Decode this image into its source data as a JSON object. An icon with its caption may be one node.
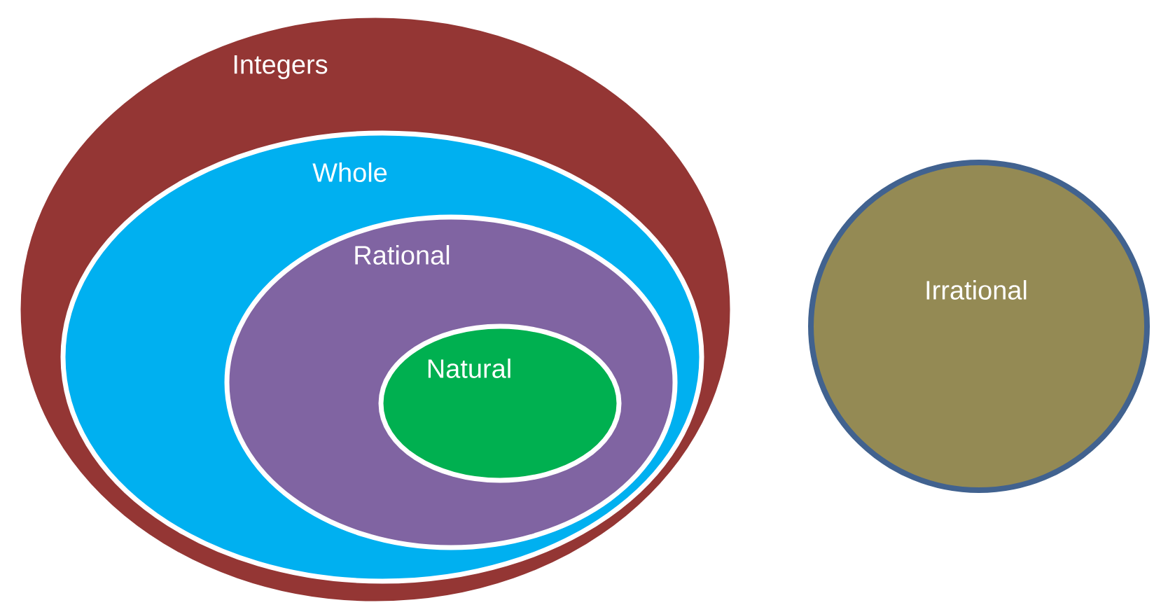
{
  "diagram": {
    "nodes": [
      {
        "text": [
          "Integers"
        ]
      },
      {
        "text": [
          "Whole"
        ],
        "in": 0
      },
      {
        "text": [
          "Rational"
        ],
        "in": 1
      },
      {
        "text": [
          "Natural"
        ],
        "in": 2
      },
      {
        "text": [
          "Irrational"
        ]
      }
    ]
  }
}
